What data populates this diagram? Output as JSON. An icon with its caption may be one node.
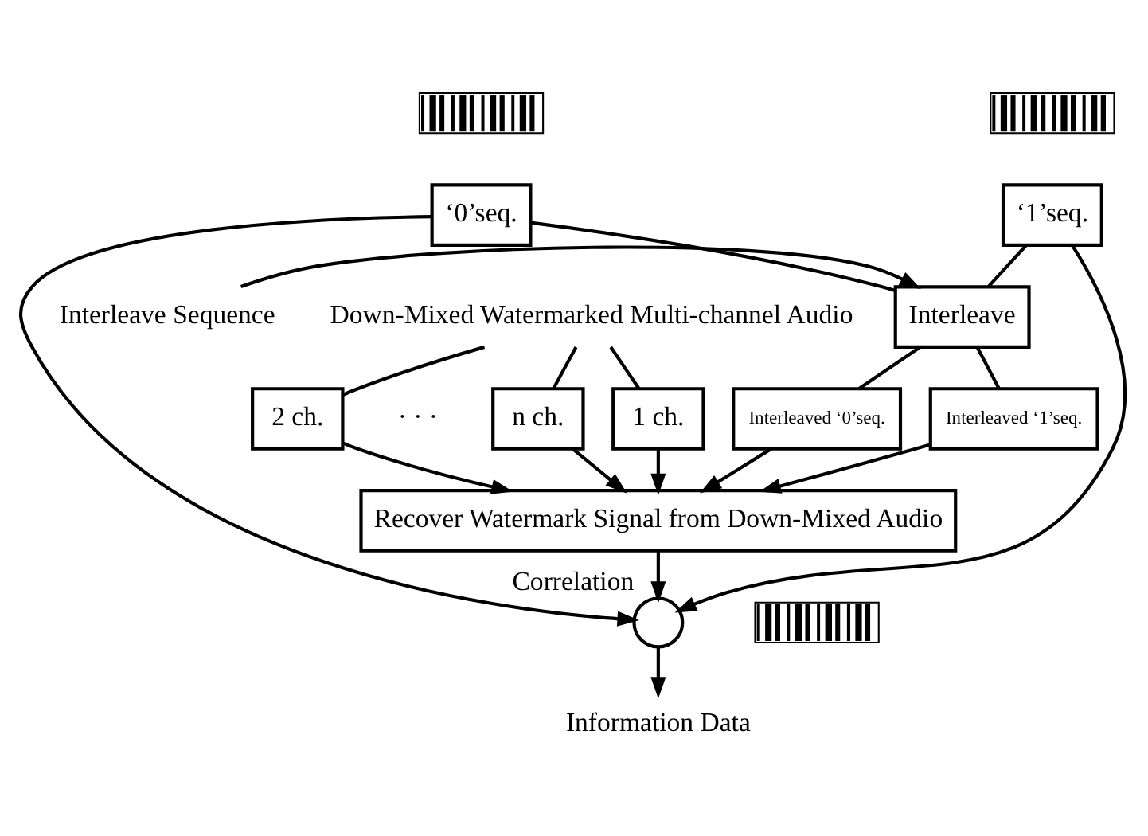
{
  "diagram": {
    "nodes": [
      {
        "text": [],
        "shape": "picture"
      },
      {
        "text": [],
        "shape": "picture"
      },
      {
        "text": [
          "‘0’seq."
        ]
      },
      {
        "text": [
          "‘1’seq."
        ]
      },
      {
        "text": [
          "Interleave Sequence"
        ]
      },
      {
        "text": [
          "Interleave"
        ]
      },
      {
        "text": [
          "Interleaved ‘0’seq."
        ]
      },
      {
        "text": [
          "Interleaved ‘1’seq."
        ]
      },
      {
        "text": [
          "Down-Mixed Watermarked Multi-channel Audio"
        ]
      },
      {
        "text": [
          "1 ch."
        ]
      },
      {
        "text": [
          "2 ch."
        ]
      },
      {
        "text": [
          "n ch."
        ]
      },
      {
        "text": [
          "Recover Watermark Signal from Down-Mixed Audio"
        ]
      },
      {
        "text": [],
        "shape": "circle",
        "beside": [
          "Correlation"
        ]
      },
      {
        "text": [],
        "shape": "picture"
      },
      {
        "text": [
          "Information Data"
        ]
      }
    ],
    "edges": [
      {
        "from": 2,
        "to": 5,
        "arrow": "none"
      },
      {
        "from": 3,
        "to": 5,
        "arrow": "none"
      },
      {
        "from": 4,
        "to": 5,
        "arrow": "to"
      },
      {
        "from": 5,
        "to": 6,
        "arrow": "none"
      },
      {
        "from": 5,
        "to": 7,
        "arrow": "none"
      },
      {
        "from": 6,
        "to": 12,
        "arrow": "to"
      },
      {
        "from": 7,
        "to": 12,
        "arrow": "to"
      },
      {
        "from": 8,
        "to": 9,
        "arrow": "none"
      },
      {
        "from": 8,
        "to": 10,
        "arrow": "none"
      },
      {
        "from": 8,
        "to": 11,
        "arrow": "none"
      },
      {
        "from": 9,
        "to": 12,
        "arrow": "to"
      },
      {
        "from": 10,
        "to": 12,
        "arrow": "to"
      },
      {
        "from": 11,
        "to": 12,
        "arrow": "to"
      },
      {
        "from": 2,
        "to": 13,
        "arrow": "to"
      },
      {
        "from": 3,
        "to": 13,
        "arrow": "to"
      },
      {
        "from": 12,
        "to": 13,
        "arrow": "to"
      },
      {
        "from": 13,
        "to": 15,
        "arrow": "to"
      }
    ],
    "labels": [
      "· · ·"
    ]
  }
}
